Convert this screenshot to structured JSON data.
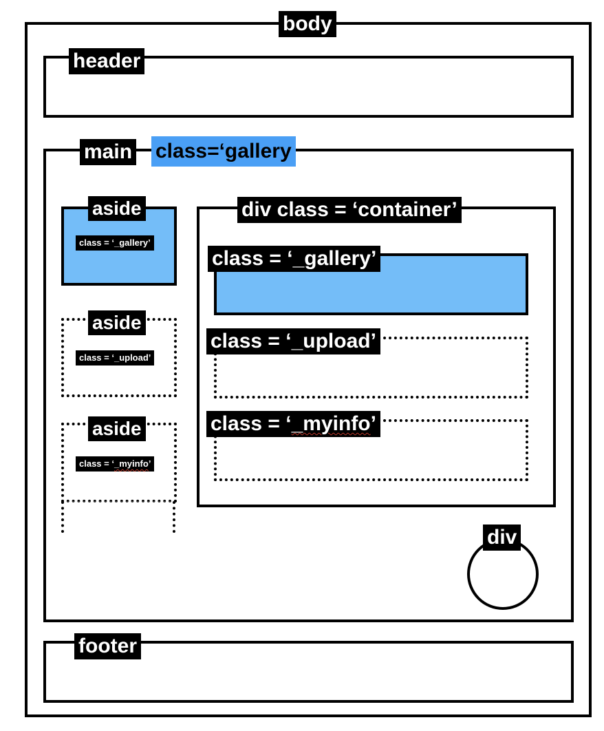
{
  "labels": {
    "body": "body",
    "header": "header",
    "main": "main",
    "main_class": "class=‘gallery",
    "aside_gallery": "aside",
    "aside_gallery_class": "class = ‘_gallery’",
    "aside_upload": "aside",
    "aside_upload_class": "class = ‘_upload’",
    "aside_myinfo": "aside",
    "aside_myinfo_class_prefix": "class = ‘",
    "aside_myinfo_class_word": "_myinfo",
    "aside_myinfo_class_suffix": "’",
    "container": "div class = ‘container’",
    "gallery_section": "class = ‘_gallery’",
    "upload_section": "class = ‘_upload’",
    "myinfo_section_prefix": "class = ‘",
    "myinfo_section_word": "_myinfo",
    "myinfo_section_suffix": "’",
    "circle_div": "div",
    "footer": "footer"
  },
  "colors": {
    "active_fill": "#74bdf8",
    "class_tag": "#4a9ff5",
    "outline": "#000000"
  }
}
